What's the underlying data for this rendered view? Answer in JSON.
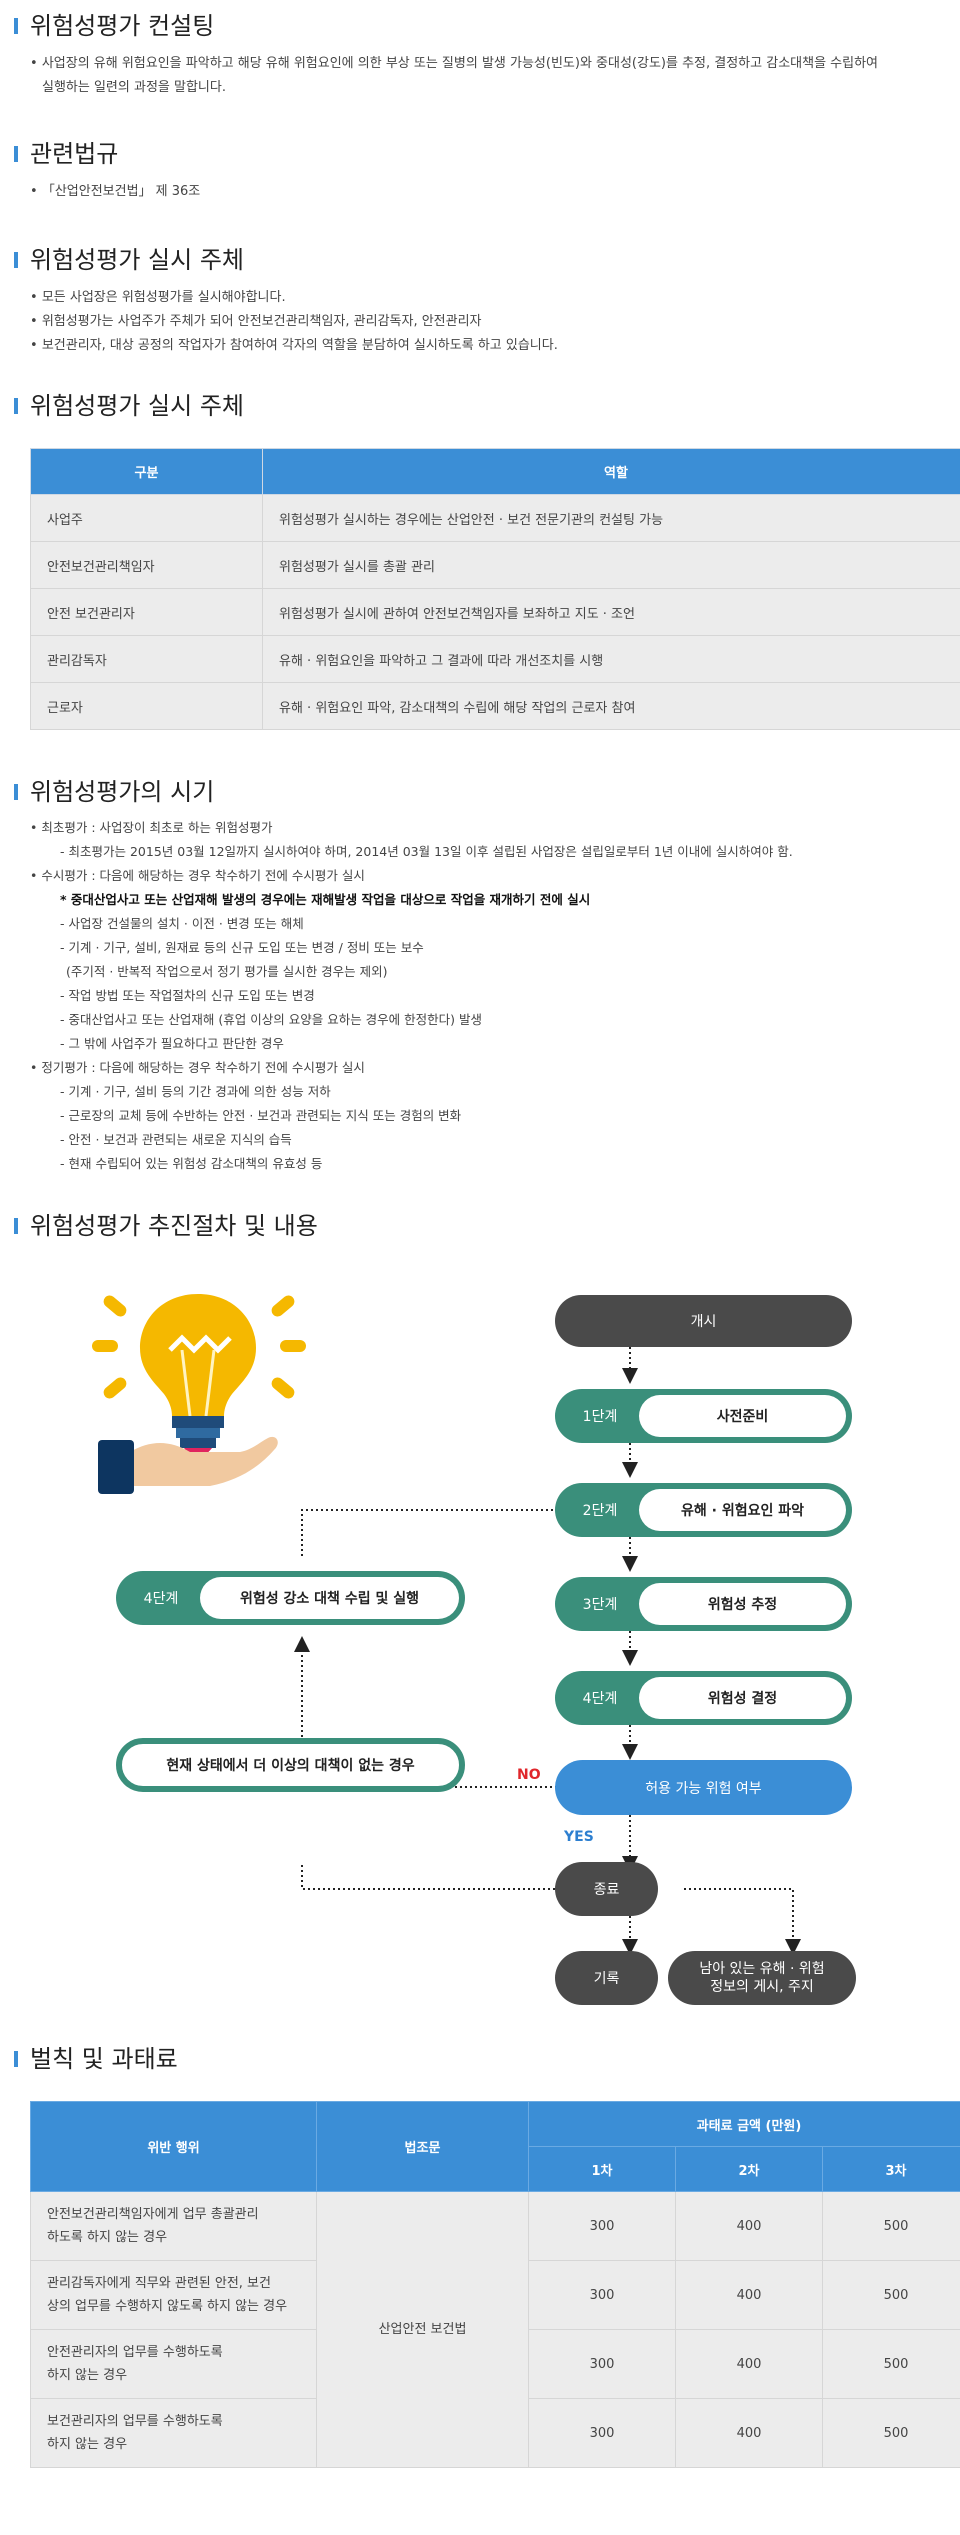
{
  "consulting": {
    "title": "위험성평가 컨설팅",
    "lines": [
      "사업장의 유해 위험요인을 파악하고 해당 유해 위험요인에 의한 부상 또는 질병의 발생 가능성(빈도)와 중대성(강도)를 추정, 결정하고 감소대책을 수립하여",
      "실행하는 일련의 과정을 말합니다."
    ]
  },
  "law": {
    "title": "관련법규",
    "line": "「산업안전보건법」 제 36조"
  },
  "subject": {
    "title": "위험성평가 실시 주체",
    "lines": [
      "모든 사업장은 위험성평가를 실시해야합니다.",
      "위험성평가는 사업주가 주체가 되어 안전보건관리책임자, 관리감독자, 안전관리자",
      "보건관리자, 대상 공정의 작업자가 참여하여 각자의 역할을 분담하여 실시하도록 하고 있습니다."
    ]
  },
  "roles": {
    "title": "위험성평가 실시 주체",
    "headers": [
      "구분",
      "역할"
    ],
    "rows": [
      [
        "사업주",
        "위험성평가 실시하는 경우에는 산업안전 · 보건 전문기관의 컨설팅 가능"
      ],
      [
        "안전보건관리책임자",
        "위험성평가 실시를 총괄 관리"
      ],
      [
        "안전 보건관리자",
        "위험성평가 실시에 관하여 안전보건책임자를 보좌하고 지도 · 조언"
      ],
      [
        "관리감독자",
        "유해 · 위험요인을 파악하고 그 결과에 따라 개선조치를 시행"
      ],
      [
        "근로자",
        "유해 · 위험요인 파악, 감소대책의 수립에 해당 작업의 근로자 참여"
      ]
    ]
  },
  "timing": {
    "title": "위험성평가의 시기",
    "l1": "최초평가 : 사업장이 최초로 하는 위험성평가",
    "l2": "- 최초평가는 2015년 03월 12일까지 실시하여야 하며, 2014년 03월 13일 이후 설립된  사업장은 설립일로부터 1년 이내에 실시하여야 함.",
    "l3": "수시평가 : 다음에 해당하는 경우 착수하기 전에 수시평가 실시",
    "l4": "* 중대산업사고 또는 산업재해 발생의 경우에는 재해발생 작업을 대상으로 작업을 재개하기 전에 실시",
    "l5": "- 사업장 건설물의 설치 · 이전 · 변경 또는 해체",
    "l6": "- 기계 · 기구, 설비, 원재료 등의 신규 도입 또는 변경 / 정비 또는 보수",
    "l7": "(주기적 · 반복적 작업으로서 정기 평가를 실시한 경우는 제외)",
    "l8": "- 작업 방법 또는 작업절차의 신규 도입 또는 변경",
    "l9": "- 중대산업사고 또는 산업재해 (휴업 이상의 요양을 요하는 경우에 한정한다) 발생",
    "l10": "- 그 밖에 사업주가 필요하다고 판단한 경우",
    "l11": "정기평가 : 다음에 해당하는 경우 착수하기 전에 수시평가 실시",
    "l12": "- 기계 · 기구, 설비 등의 기간 경과에 의한 성능 저하",
    "l13": "- 근로장의 교체 등에 수반하는 안전 · 보건과 관련되는 지식 또는 경험의 변화",
    "l14": "- 안전 · 보건과 관련되는 새로운 지식의 습득",
    "l15": "- 현재 수립되어 있는 위험성 감소대책의 유효성 등"
  },
  "procedure": {
    "title": "위험성평가 추진절차 및 내용",
    "start": "개시",
    "steps": [
      {
        "label": "1단계",
        "text": "사전준비"
      },
      {
        "label": "2단계",
        "text": "유해 · 위험요인 파악"
      },
      {
        "label": "3단계",
        "text": "위험성 추정"
      },
      {
        "label": "4단계",
        "text": "위험성 결정"
      }
    ],
    "decision": "허용 가능 위험 여부",
    "no": "NO",
    "yes": "YES",
    "left_step": {
      "label": "4단계",
      "text": "위험성 강소 대책 수립 및 실행"
    },
    "no_more": "현재 상태에서 더 이상의 대책이 없는 경우",
    "end": "종료",
    "record": "기록",
    "remaining_1": "남아 있는 유해 · 위험",
    "remaining_2": "정보의 게시, 주지"
  },
  "penalty": {
    "title": "벌칙 및 과태료",
    "h_act": "위반 행위",
    "h_law": "법조문",
    "h_amount": "과태료 금액 (만원)",
    "h_1": "1차",
    "h_2": "2차",
    "h_3": "3차",
    "law_name": "산업안전 보건법",
    "rows": [
      {
        "a": "안전보건관리책임자에게 업무 총괄관리",
        "b": "하도록 하지 않는 경우",
        "v1": "300",
        "v2": "400",
        "v3": "500"
      },
      {
        "a": "관리감독자에게 직무와 관련된 안전, 보건",
        "b": "상의 업무를 수행하지 않도록 하지 않는 경우",
        "v1": "300",
        "v2": "400",
        "v3": "500"
      },
      {
        "a": "안전관리자의 업무를 수행하도록",
        "b": "하지 않는 경우",
        "v1": "300",
        "v2": "400",
        "v3": "500"
      },
      {
        "a": "보건관리자의 업무를 수행하도록",
        "b": "하지 않는 경우",
        "v1": "300",
        "v2": "400",
        "v3": "500"
      }
    ]
  },
  "colors": {
    "accent": "#3b8ed6",
    "step_green": "#3a8f7b",
    "dark_pill": "#4a4a4a",
    "no_red": "#e0262b",
    "yes_blue": "#2d7fd0"
  }
}
